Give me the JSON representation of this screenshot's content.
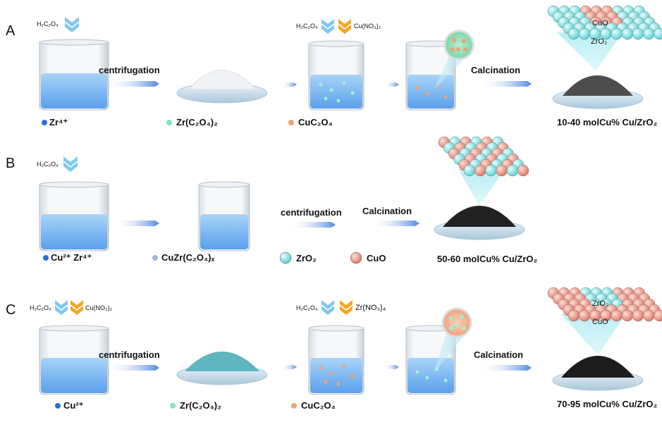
{
  "panels": {
    "A": {
      "label": "A",
      "reagents": {
        "oxalic": "H₂C₂O₄",
        "copper_nitrate": "Cu(NO₃)₂"
      },
      "steps": {
        "centrifugation": "centrifugation",
        "calcination": "Calcination"
      },
      "legend": {
        "zr_ion": "Zr⁴⁺",
        "zr_oxalate": "Zr(C₂O₄)₂",
        "cu_oxalate": "CuC₂O₄"
      },
      "product": "10-40 molCu% Cu/ZrO₂",
      "lattice": {
        "top": "CuO",
        "bottom": "ZrO₂"
      }
    },
    "B": {
      "label": "B",
      "reagents": {
        "oxalic": "H₂C₂O₄"
      },
      "steps": {
        "centrifugation": "centrifugation",
        "calcination": "Calcination"
      },
      "legend": {
        "ions": "Cu²⁺  Zr⁴⁺",
        "mixed_oxalate": "CuZr(C₂O₄)ₓ",
        "zro2": "ZrO₂",
        "cuo": "CuO"
      },
      "product": "50-60 molCu% Cu/ZrO₂"
    },
    "C": {
      "label": "C",
      "reagents": {
        "oxalic": "H₂C₂O₄",
        "copper_nitrate": "Cu(NO₃)₂",
        "zr_nitrate": "Zr(NO₃)₄"
      },
      "steps": {
        "centrifugation": "centrifugation",
        "calcination": "Calcination"
      },
      "legend": {
        "cu_ion": "Cu²⁺",
        "zr_oxalate": "Zr(C₂O₄)₂",
        "cu_oxalate": "CuC₂O₄"
      },
      "product": "70-95 molCu% Cu/ZrO₂",
      "lattice": {
        "top": "ZrO₂",
        "bottom": "CuO"
      }
    }
  },
  "colors": {
    "zro2": "#7fe3e5",
    "cuo": "#f08a7a",
    "liquid": "#7fb6f0",
    "arrow": "#5b8fe0",
    "down_blue": "#7ec8f0",
    "down_orange": "#f5a623",
    "black_powder": "#222222",
    "grey_powder": "#555555",
    "teal_powder": "#5fb5c0"
  }
}
